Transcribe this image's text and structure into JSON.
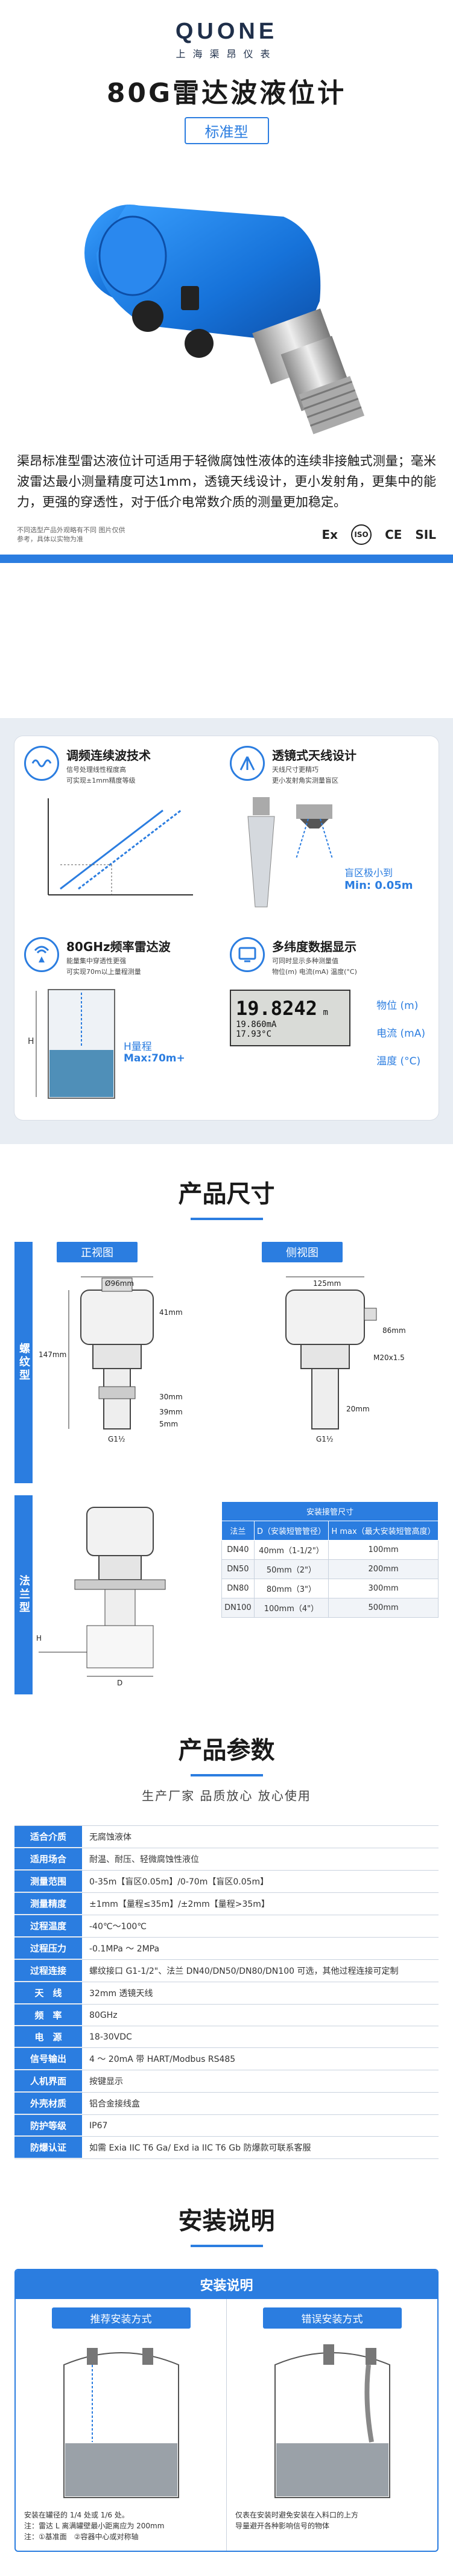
{
  "brand": {
    "name": "QUONE",
    "subtitle": "上海渠昂仪表"
  },
  "hero": {
    "title": "80G雷达波液位计",
    "tag": "标准型",
    "description": "渠昂标准型雷达液位计可适用于轻微腐蚀性液体的连续非接触式测量；毫米波雷达最小测量精度可达1mm，透镜天线设计，更小发射角，更集中的能力，更强的穿透性，对于低介电常数介质的测量更加稳定。",
    "note": "不同选型产品外观略有不同 图片仅供参考，具体以实物为准",
    "certs": [
      "Ex",
      "ISO",
      "CE",
      "SIL"
    ]
  },
  "features": [
    {
      "title": "调频连续波技术",
      "sub1": "信号处理线性程度高",
      "sub2": "可实现±1mm精度等级",
      "icon": "wave-icon"
    },
    {
      "title": "透镜式天线设计",
      "sub1": "天线尺寸更精巧",
      "sub2": "更小发射角实测量盲区",
      "icon": "lens-antenna-icon",
      "blind_label": "盲区极小到",
      "blind_value": "Min: 0.05m"
    },
    {
      "title": "80GHz频率雷达波",
      "sub1": "能量集中穿透性更强",
      "sub2": "可实现70m以上量程测量",
      "icon": "signal-icon",
      "range_label": "H量程",
      "range_value": "Max:70m+"
    },
    {
      "title": "多纬度数据显示",
      "sub1": "可同时显示多种测量值",
      "sub2": "物位(m) 电流(mA) 温度(°C)",
      "icon": "display-icon",
      "lcd": {
        "big": "19.8242",
        "unit": "m",
        "line2": "19.860mA",
        "line3": "17.93°C"
      },
      "labels": [
        "物位 (m)",
        "电流 (mA)",
        "温度 (°C)"
      ]
    }
  ],
  "dimensions": {
    "title": "产品尺寸",
    "thread_label": "螺纹型",
    "flange_label": "法兰型",
    "front_view": "正视图",
    "side_view": "侧视图",
    "dims": {
      "d96": "Ø96mm",
      "h41": "41mm",
      "h147": "147mm",
      "h30": "30mm",
      "h39": "39mm",
      "h5": "5mm",
      "thread": "G1½",
      "w125": "125mm",
      "h86": "86mm",
      "m20": "M20x1.5",
      "h20": "20mm",
      "H": "H",
      "D": "D"
    },
    "flange_table": {
      "title": "安装接管尺寸",
      "headers": [
        "法兰",
        "D（安装短管管径）",
        "H max（最大安装短管高度）"
      ],
      "rows": [
        [
          "DN40",
          "40mm（1-1/2\"）",
          "100mm"
        ],
        [
          "DN50",
          "50mm（2\"）",
          "200mm"
        ],
        [
          "DN80",
          "80mm（3\"）",
          "300mm"
        ],
        [
          "DN100",
          "100mm（4\"）",
          "500mm"
        ]
      ]
    }
  },
  "params": {
    "title": "产品参数",
    "subtitle": "生产厂家 品质放心 放心使用",
    "rows": [
      [
        "适合介质",
        "无腐蚀液体"
      ],
      [
        "适用场合",
        "耐温、耐压、轻微腐蚀性液位"
      ],
      [
        "测量范围",
        "0-35m【盲区0.05m】/0-70m【盲区0.05m】"
      ],
      [
        "测量精度",
        "±1mm【量程≤35m】/±2mm【量程>35m】"
      ],
      [
        "过程温度",
        "-40℃～100℃"
      ],
      [
        "过程压力",
        "-0.1MPa ～ 2MPa"
      ],
      [
        "过程连接",
        "螺纹接口 G1-1/2\"、法兰 DN40/DN50/DN80/DN100 可选，其他过程连接可定制"
      ],
      [
        "天　线",
        "32mm 透镜天线"
      ],
      [
        "频　率",
        "80GHz"
      ],
      [
        "电　源",
        "18-30VDC"
      ],
      [
        "信号输出",
        "4 ～ 20mA 带 HART/Modbus RS485"
      ],
      [
        "人机界面",
        "按键显示"
      ],
      [
        "外壳材质",
        "铝合金接线盒"
      ],
      [
        "防护等级",
        "IP67"
      ],
      [
        "防爆认证",
        "如需 Exia IIC T6 Ga/ Exd ia IIC T6 Gb 防爆款可联系客服"
      ]
    ]
  },
  "install": {
    "title": "安装说明",
    "box_title": "安装说明",
    "good": "推荐安装方式",
    "bad": "错误安装方式",
    "good_note": "安装在罐径的 1/4 处或 1/6 处。\n注：雷达 L 离满罐壁最小距离应为 200mm\n注：①基准面　②容器中心或对称轴",
    "bad_note": "仅表在安装时避免安装在入料口的上方\n导量避开各种影响信号的物体"
  },
  "colors": {
    "accent": "#2b7de0",
    "dark": "#1f2f4a"
  }
}
